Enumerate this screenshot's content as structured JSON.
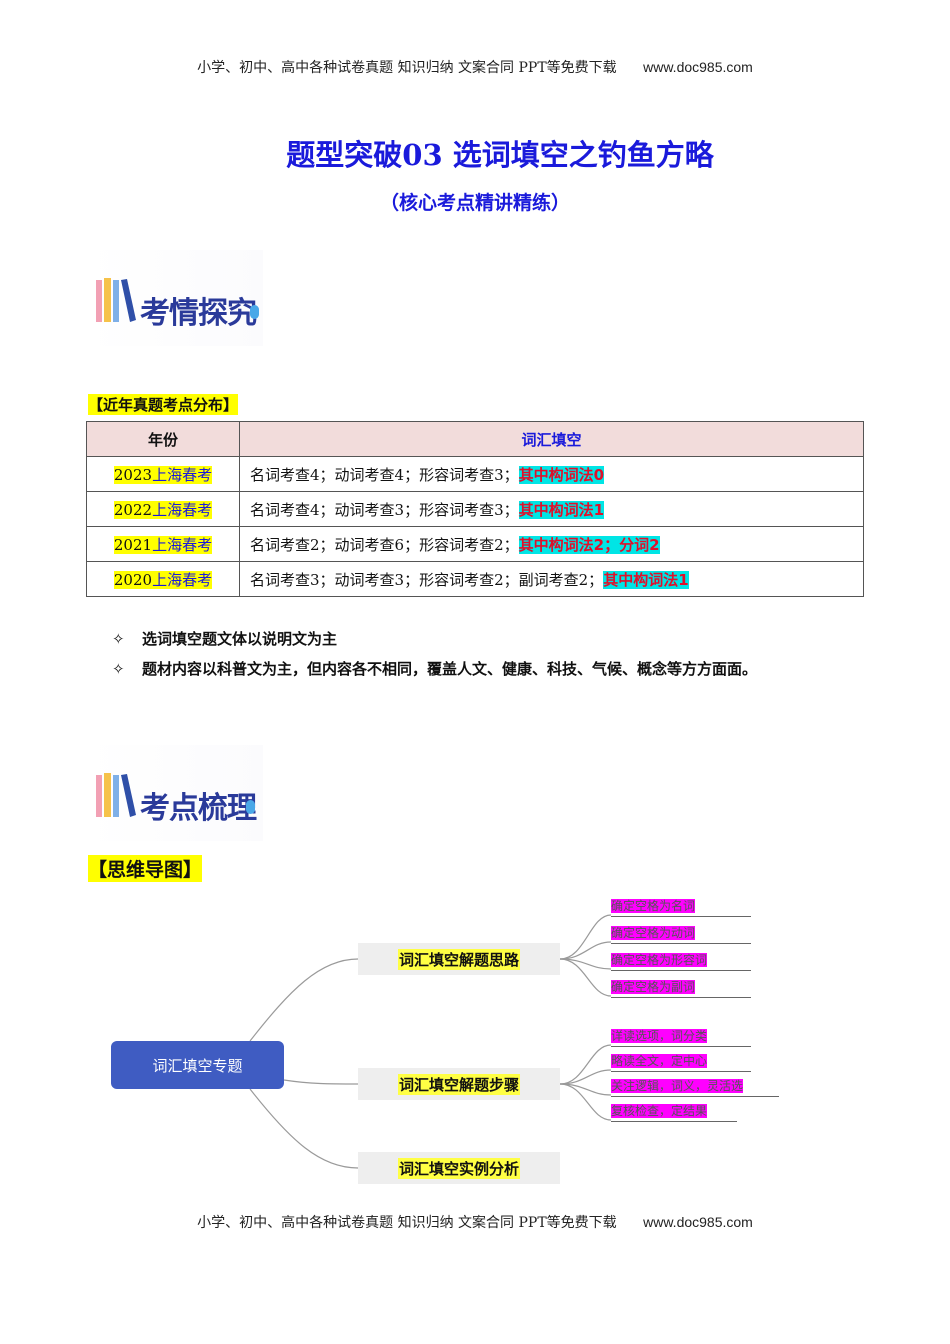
{
  "header": {
    "text": "小学、初中、高中各种试卷真题  知识归纳  文案合同  PPT等免费下载",
    "url": "www.doc985.com"
  },
  "footer": {
    "text": "小学、初中、高中各种试卷真题  知识归纳  文案合同  PPT等免费下载",
    "url": "www.doc985.com"
  },
  "title": "题型突破03 选词填空之钓鱼方略",
  "subtitle": "（核心考点精讲精练）",
  "section1": {
    "label": "考情探究"
  },
  "section2": {
    "label": "考点梳理"
  },
  "dist_label": "【近年真题考点分布】",
  "table": {
    "headers": [
      "年份",
      "词汇填空"
    ],
    "rows": [
      {
        "year": "2023",
        "year_cn": "上海春考",
        "desc": "名词考查4；动词考查4；形容词考查3；",
        "hl": "其中构词法0"
      },
      {
        "year": "2022",
        "year_cn": "上海春考",
        "desc": "名词考查4；动词考查3；形容词考查3；",
        "hl": "其中构词法1"
      },
      {
        "year": "2021",
        "year_cn": "上海春考",
        "desc": "名词考查2；动词考查6；形容词考查2；",
        "hl": "其中构词法2；分词2"
      },
      {
        "year": "2020",
        "year_cn": "上海春考",
        "desc": "名词考查3；动词考查3；形容词考查2；副词考查2；",
        "hl": "其中构词法1"
      }
    ]
  },
  "bullets": [
    "选词填空题文体以说明文为主",
    "题材内容以科普文为主，但内容各不相同，覆盖人文、健康、科技、气候、概念等方方面面。"
  ],
  "mindmap_label": "【思维导图】",
  "mindmap": {
    "root": "词汇填空专题",
    "branches": [
      {
        "label": "词汇填空解题思路",
        "leaves": [
          "确定空格为名词",
          "确定空格为动词",
          "确定空格为形容词",
          "确定空格为副词"
        ]
      },
      {
        "label": "词汇填空解题步骤",
        "leaves": [
          "详读选项，词分类",
          "略读全文，定中心",
          "关注逻辑，词义，灵活选",
          "复核检查，定结果"
        ]
      },
      {
        "label": "词汇填空实例分析",
        "leaves": []
      }
    ]
  },
  "colors": {
    "title": "#1a1adb",
    "highlight_yellow": "#ffff00",
    "highlight_cyan": "#00e5e5",
    "highlight_red": "#e0102a",
    "root_node": "#3f5cc2",
    "leaf_magenta": "#ff00ff"
  }
}
